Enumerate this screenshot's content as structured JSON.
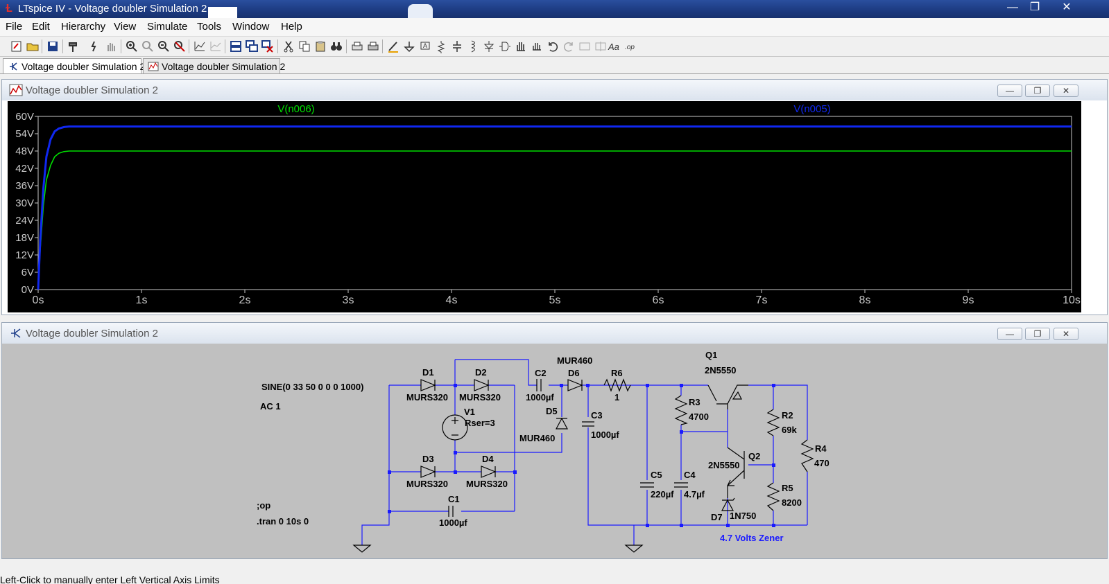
{
  "window": {
    "title": "LTspice IV - Voltage doubler Simulation 2"
  },
  "menu": [
    "File",
    "Edit",
    "Hierarchy",
    "View",
    "Simulate",
    "Tools",
    "Window",
    "Help"
  ],
  "tabs": [
    {
      "label": "Voltage doubler Simulation 2",
      "icon": "schematic-icon"
    },
    {
      "label": "Voltage doubler Simulation 2",
      "icon": "waveform-icon"
    }
  ],
  "waveform_panel": {
    "title": "Voltage doubler Simulation 2"
  },
  "schematic_panel": {
    "title": "Voltage doubler Simulation 2"
  },
  "status": {
    "text": "Left-Click to manually enter Left Vertical Axis Limits"
  },
  "colors": {
    "background": "#000000",
    "trace_green": "#00e000",
    "trace_blue": "#1028f0",
    "wire": "#1a1aff"
  },
  "chart_data": {
    "type": "line",
    "x_ticks": [
      "0s",
      "1s",
      "2s",
      "3s",
      "4s",
      "5s",
      "6s",
      "7s",
      "8s",
      "9s",
      "10s"
    ],
    "y_ticks": [
      "0V",
      "6V",
      "12V",
      "18V",
      "24V",
      "30V",
      "36V",
      "42V",
      "48V",
      "54V",
      "60V"
    ],
    "xlim": [
      0,
      10
    ],
    "ylim": [
      0,
      60
    ],
    "series": [
      {
        "name": "V(n006)",
        "color": "#00e000",
        "x": [
          0,
          0.02,
          0.05,
          0.08,
          0.12,
          0.16,
          0.2,
          0.25,
          0.3,
          0.4,
          10
        ],
        "y": [
          0,
          14,
          29,
          38,
          43,
          46,
          47.2,
          47.8,
          48,
          48,
          48
        ]
      },
      {
        "name": "V(n005)",
        "color": "#1028f0",
        "x": [
          0,
          0.02,
          0.05,
          0.08,
          0.12,
          0.16,
          0.2,
          0.25,
          0.3,
          0.4,
          10
        ],
        "y": [
          0,
          17,
          35,
          46,
          52,
          54.8,
          55.8,
          56.3,
          56.5,
          56.5,
          56.5
        ]
      }
    ]
  },
  "schematic": {
    "labels": {
      "sine": "SINE(0 33 50 0 0 0 1000)",
      "ac": "AC 1",
      "op": ";op",
      "tran": ".tran 0 10s 0",
      "d1": "D1",
      "d1_model": "MURS320",
      "d2": "D2",
      "d2_model": "MURS320",
      "d3": "D3",
      "d3_model": "MURS320",
      "d4": "D4",
      "d4_model": "MURS320",
      "v1": "V1",
      "v1_rser": "Rser=3",
      "c1": "C1",
      "c1_val": "1000µf",
      "c2": "C2",
      "c2_val": "1000µf",
      "d6": "D6",
      "d6_model": "MUR460",
      "d5": "D5",
      "d5_model": "MUR460",
      "c3": "C3",
      "c3_val": "1000µf",
      "r6": "R6",
      "r6_val": "1",
      "c5": "C5",
      "c5_val": "220µf",
      "c4": "C4",
      "c4_val": "4.7µf",
      "r3": "R3",
      "r3_val": "4700",
      "q1": "Q1",
      "q1_model": "2N5550",
      "q2": "Q2",
      "q2_model": "2N5550",
      "d7": "D7",
      "d7_model": "1N750",
      "r2": "R2",
      "r2_val": "69k",
      "r5": "R5",
      "r5_val": "8200",
      "r4": "R4",
      "r4_val": "470",
      "zener_note": "4.7 Volts Zener"
    }
  }
}
